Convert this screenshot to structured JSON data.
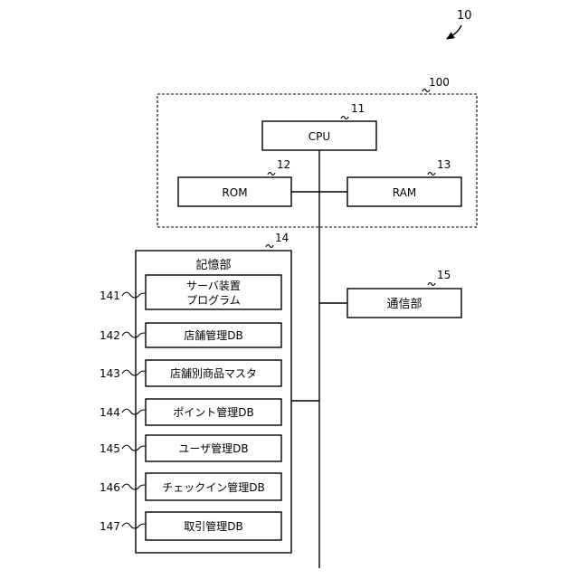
{
  "figure_ref": "10",
  "group": {
    "ref": "100"
  },
  "cpu": {
    "label": "CPU",
    "ref": "11"
  },
  "rom": {
    "label": "ROM",
    "ref": "12"
  },
  "ram": {
    "label": "RAM",
    "ref": "13"
  },
  "storage": {
    "label": "記憶部",
    "ref": "14",
    "items": [
      {
        "ref": "141",
        "lines": [
          "サーバ装置",
          "プログラム"
        ]
      },
      {
        "ref": "142",
        "lines": [
          "店舗管理DB"
        ]
      },
      {
        "ref": "143",
        "lines": [
          "店舗別商品マスタ"
        ]
      },
      {
        "ref": "144",
        "lines": [
          "ポイント管理DB"
        ]
      },
      {
        "ref": "145",
        "lines": [
          "ユーザ管理DB"
        ]
      },
      {
        "ref": "146",
        "lines": [
          "チェックイン管理DB"
        ]
      },
      {
        "ref": "147",
        "lines": [
          "取引管理DB"
        ]
      }
    ]
  },
  "comm": {
    "label": "通信部",
    "ref": "15"
  }
}
